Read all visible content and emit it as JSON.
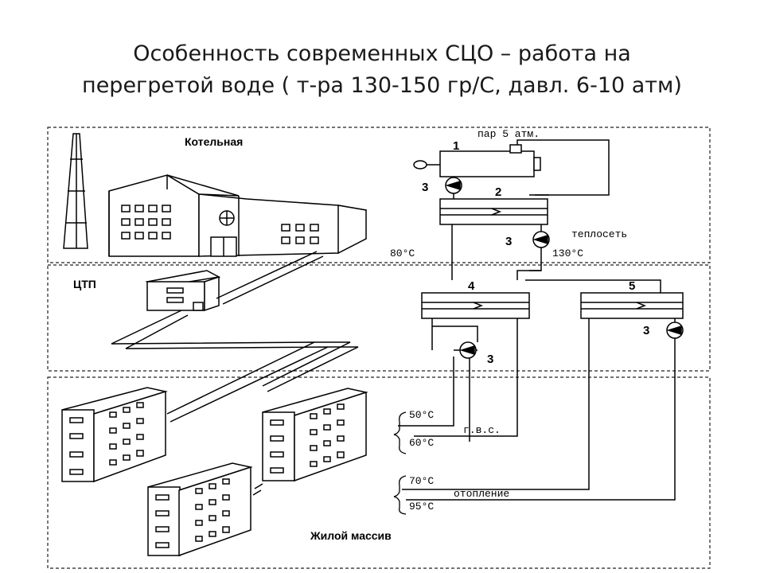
{
  "title": {
    "line1": "Особенность современных СЦО – работа на",
    "line2": "перегретой  воде ( т-ра 130-150 гр/С, давл. 6-10 атм)"
  },
  "zones": {
    "boiler_house": "Котельная",
    "ctp": "ЦТП",
    "residential": "Жилой массив"
  },
  "labels": {
    "steam": "пар 5 атм.",
    "heat_network": "теплосеть",
    "t80": "80°С",
    "t130": "130°С",
    "t50": "50°С",
    "t60": "60°С",
    "gvs": "г.в.с.",
    "t70": "70°С",
    "t95": "95°С",
    "heating": "отопление"
  },
  "numbers": {
    "n1": "1",
    "n2": "2",
    "n3a": "3",
    "n3b": "3",
    "n3c": "3",
    "n3d": "3",
    "n4": "4",
    "n5": "5"
  }
}
